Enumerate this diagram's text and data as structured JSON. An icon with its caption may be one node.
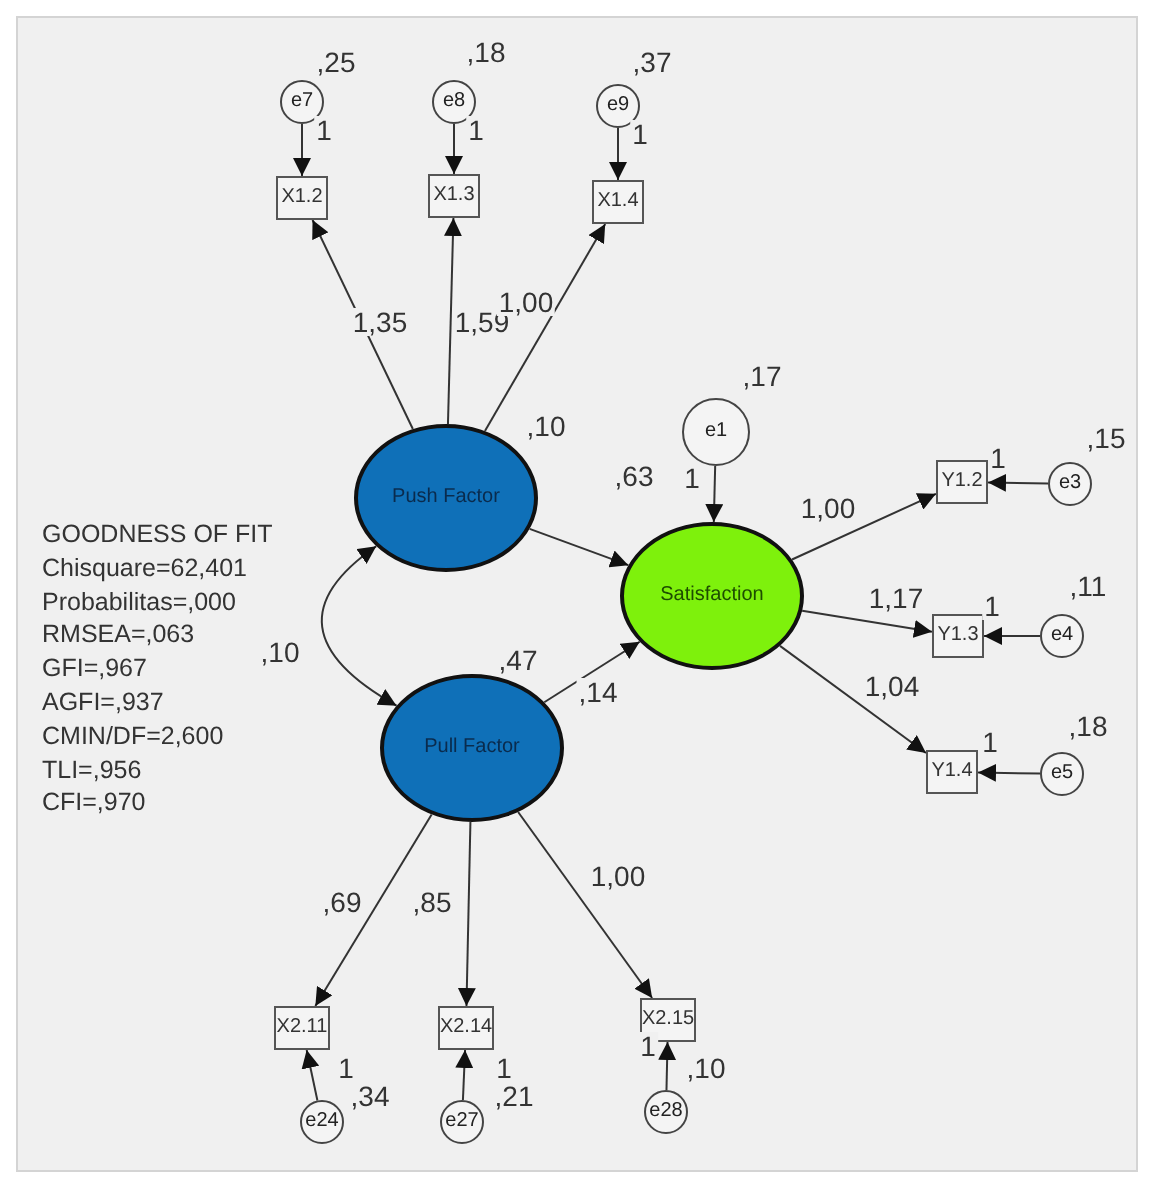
{
  "diagram": {
    "nodes": [
      {
        "text": [
          "e7"
        ],
        "beside": [
          ",25"
        ]
      },
      {
        "text": [
          "e8"
        ],
        "beside": [
          ",18"
        ]
      },
      {
        "text": [
          "e9"
        ],
        "beside": [
          ",37"
        ]
      },
      {
        "text": [
          "X1.2"
        ]
      },
      {
        "text": [
          "X1.3"
        ]
      },
      {
        "text": [
          "X1.4"
        ]
      },
      {
        "text": [
          "Push Factor"
        ],
        "beside": [
          ",10"
        ]
      },
      {
        "text": [
          "e1"
        ],
        "beside": [
          ",17"
        ]
      },
      {
        "text": [
          "Satisfaction"
        ]
      },
      {
        "text": [
          "Y1.2"
        ]
      },
      {
        "text": [
          "e3"
        ],
        "beside": [
          ",15"
        ]
      },
      {
        "text": [
          "Y1.3"
        ]
      },
      {
        "text": [
          "e4"
        ],
        "beside": [
          ",11"
        ]
      },
      {
        "text": [
          "Y1.4"
        ]
      },
      {
        "text": [
          "e5"
        ],
        "beside": [
          ",18"
        ]
      },
      {
        "text": [
          "Pull Factor"
        ],
        "beside": [
          ",47"
        ]
      },
      {
        "text": [
          "X2.11"
        ]
      },
      {
        "text": [
          "X2.14"
        ]
      },
      {
        "text": [
          "X2.15"
        ]
      },
      {
        "text": [
          "e24"
        ],
        "beside": [
          ",34"
        ]
      },
      {
        "text": [
          "e27"
        ],
        "beside": [
          ",21"
        ]
      },
      {
        "text": [
          "e28"
        ],
        "beside": [
          ",10"
        ]
      }
    ],
    "edges": [
      {
        "from": 0,
        "to": 3,
        "arrow": "to",
        "label": "1"
      },
      {
        "from": 1,
        "to": 4,
        "arrow": "to",
        "label": "1"
      },
      {
        "from": 2,
        "to": 5,
        "arrow": "to",
        "label": "1"
      },
      {
        "from": 6,
        "to": 3,
        "arrow": "to",
        "label": "1,35"
      },
      {
        "from": 6,
        "to": 4,
        "arrow": "to",
        "label": "1,59"
      },
      {
        "from": 6,
        "to": 5,
        "arrow": "to",
        "label": "1,00"
      },
      {
        "from": 6,
        "to": 8,
        "arrow": "to",
        "label": ",63"
      },
      {
        "from": 7,
        "to": 8,
        "arrow": "to",
        "label": "1"
      },
      {
        "from": 15,
        "to": 8,
        "arrow": "to",
        "label": ",14"
      },
      {
        "from": 6,
        "to": 15,
        "arrow": "both",
        "label": ",10"
      },
      {
        "from": 8,
        "to": 9,
        "arrow": "to",
        "label": "1,00"
      },
      {
        "from": 8,
        "to": 11,
        "arrow": "to",
        "label": "1,17"
      },
      {
        "from": 8,
        "to": 13,
        "arrow": "to",
        "label": "1,04"
      },
      {
        "from": 10,
        "to": 9,
        "arrow": "to",
        "label": "1"
      },
      {
        "from": 12,
        "to": 11,
        "arrow": "to",
        "label": "1"
      },
      {
        "from": 14,
        "to": 13,
        "arrow": "to",
        "label": "1"
      },
      {
        "from": 15,
        "to": 16,
        "arrow": "to",
        "label": ",69"
      },
      {
        "from": 15,
        "to": 17,
        "arrow": "to",
        "label": ",85"
      },
      {
        "from": 15,
        "to": 18,
        "arrow": "to",
        "label": "1,00"
      },
      {
        "from": 19,
        "to": 16,
        "arrow": "to",
        "label": "1"
      },
      {
        "from": 20,
        "to": 17,
        "arrow": "to",
        "label": "1"
      },
      {
        "from": 21,
        "to": 18,
        "arrow": "to",
        "label": "1"
      }
    ],
    "labels": [
      "GOODNESS OF FIT",
      "Chisquare=62,401",
      "Probabilitas=,000",
      "RMSEA=,063",
      "GFI=,967",
      "AGFI=,937",
      "CMIN/DF=2,600",
      "TLI=,956",
      "CFI=,970"
    ]
  }
}
